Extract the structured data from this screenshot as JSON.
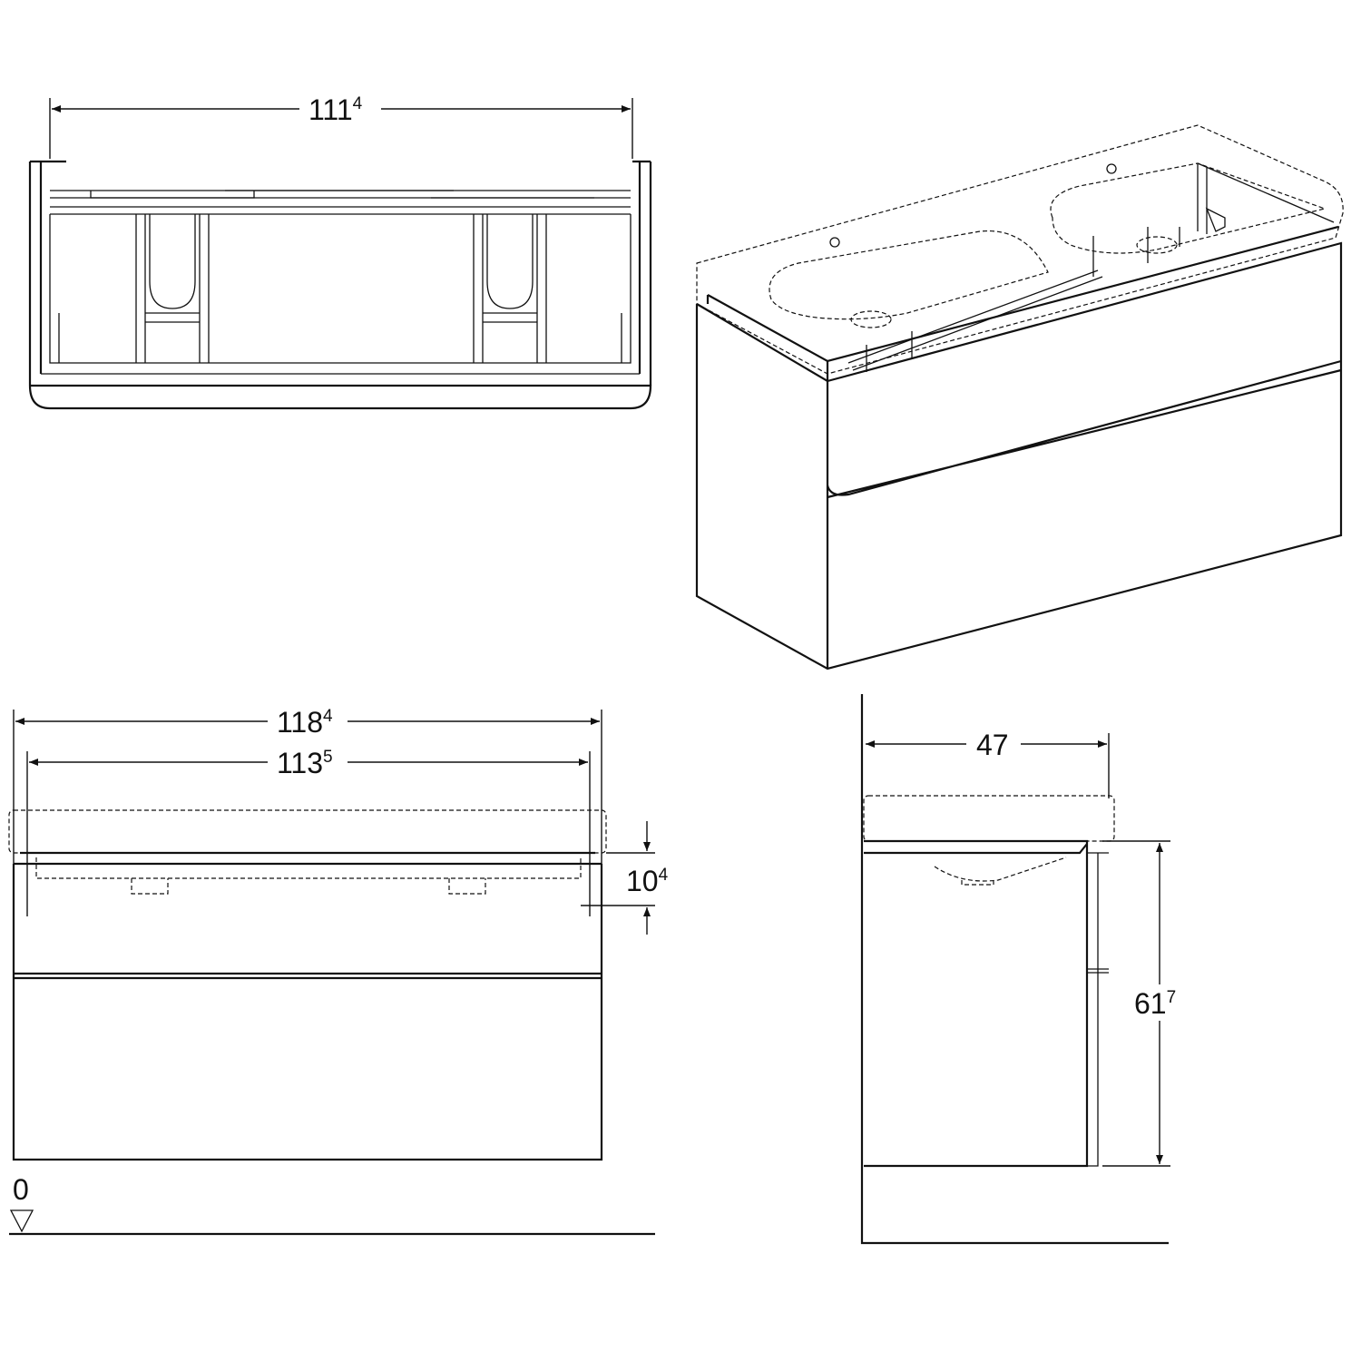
{
  "drawing": {
    "top_view": {
      "width_dim": {
        "main": "111",
        "sup": "4"
      }
    },
    "front_view": {
      "overall_width_dim": {
        "main": "118",
        "sup": "4"
      },
      "inner_width_dim": {
        "main": "113",
        "sup": "5"
      },
      "basin_offset_dim": {
        "main": "10",
        "sup": "4"
      },
      "floor_level_label": "0"
    },
    "side_view": {
      "depth_dim": {
        "main": "47",
        "sup": ""
      },
      "height_dim": {
        "main": "61",
        "sup": "7"
      }
    },
    "line_color": "#111111",
    "background": "#ffffff"
  }
}
